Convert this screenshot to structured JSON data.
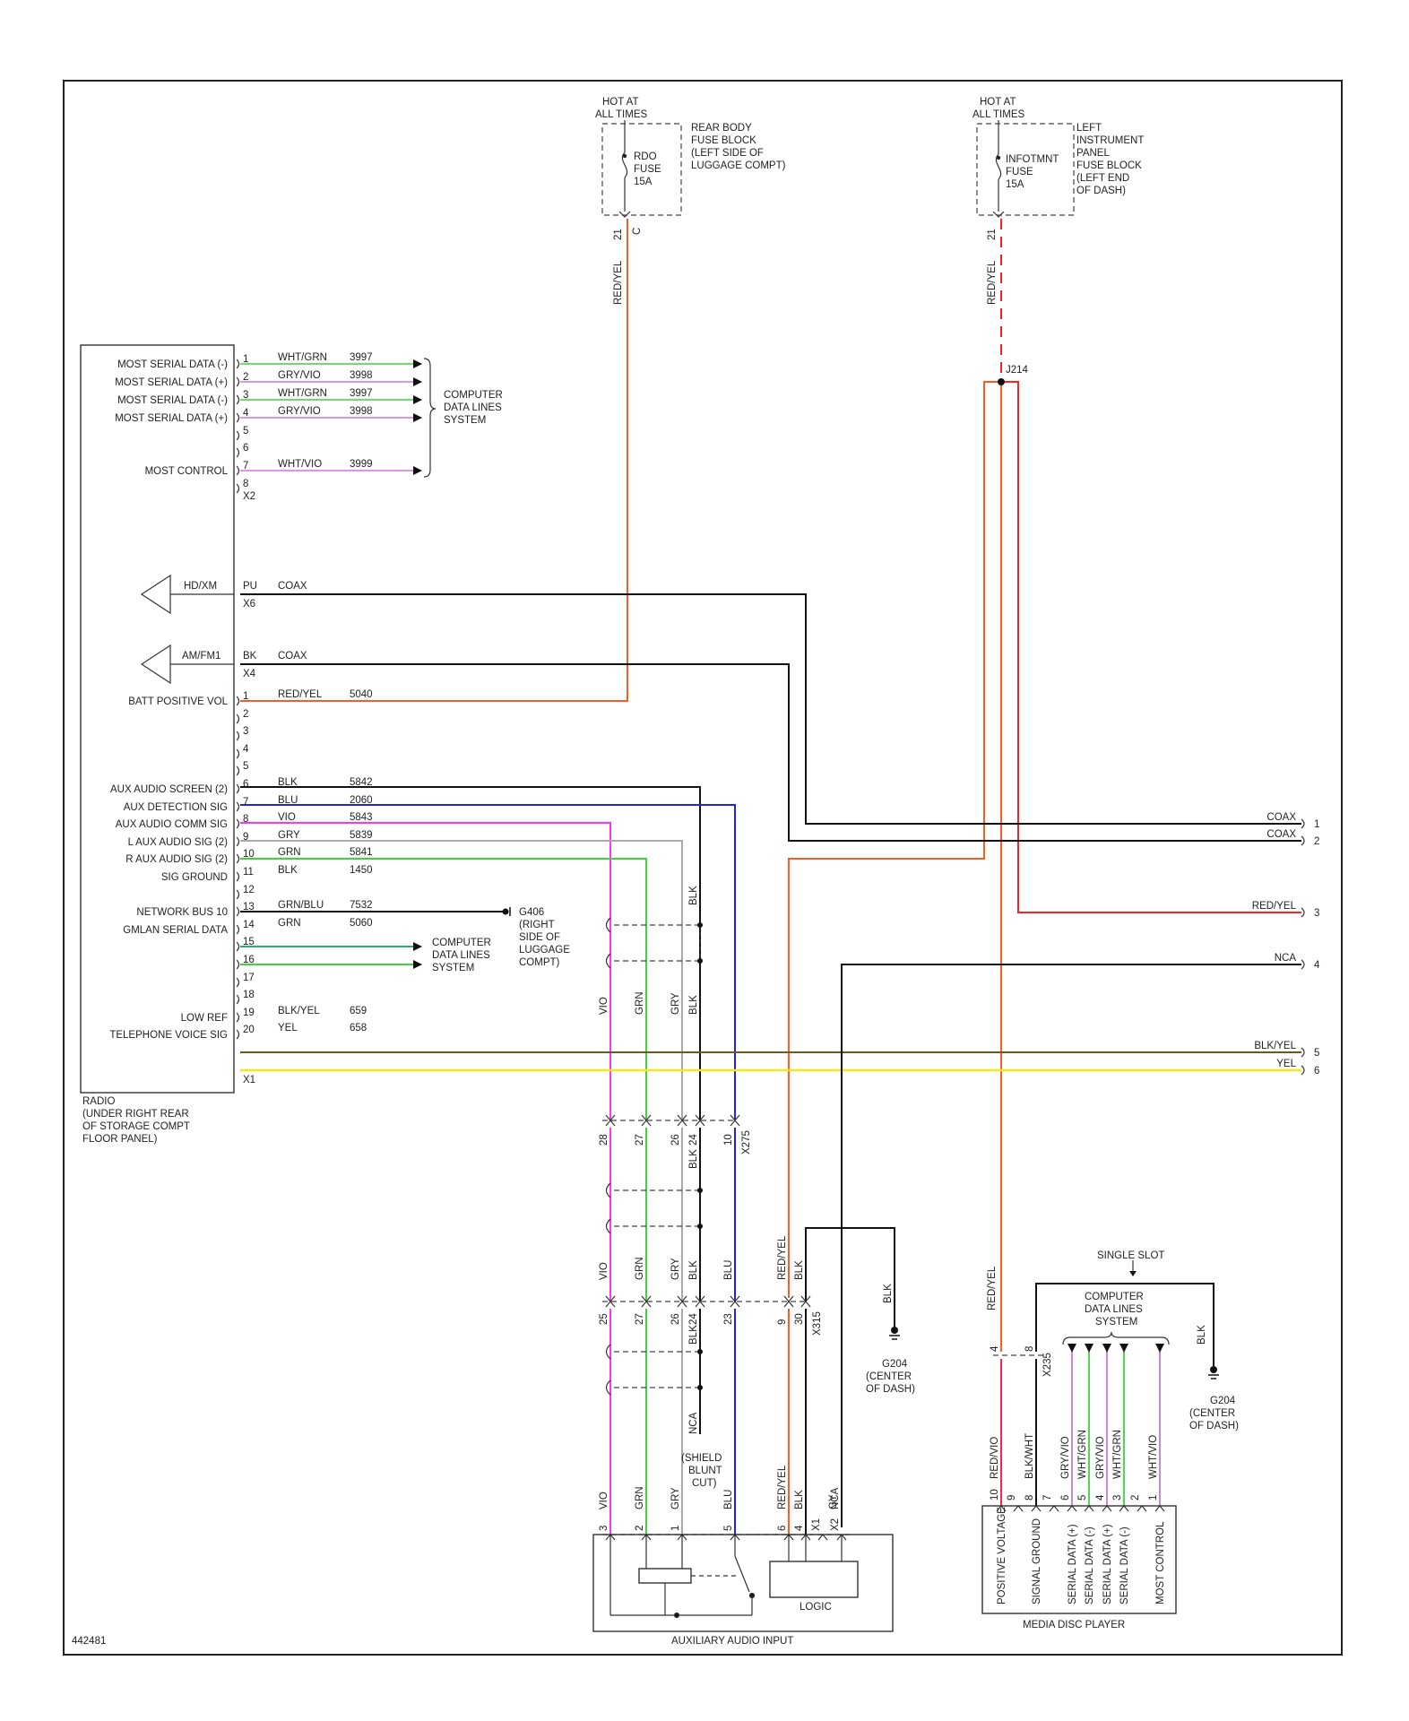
{
  "diagram_id": "442481",
  "colors": {
    "wire_black": "#111111",
    "wire_orange": "#ff5a1f",
    "wire_red": "#ff2020",
    "wire_green": "#3bd43b",
    "wire_violet": "#ff33ff",
    "wire_violet_light": "#cc77dd",
    "wire_gray": "#a9a9a9",
    "wire_blue": "#2222ee",
    "wire_olive": "#6b5a1a",
    "wire_yellow": "#f5e625"
  },
  "fuses": {
    "rdo": {
      "hot_line1": "HOT AT",
      "hot_line2": "ALL TIMES",
      "name_lines": [
        "RDO",
        "FUSE",
        "15A"
      ],
      "block_lines": [
        "REAR BODY",
        "FUSE BLOCK",
        "(LEFT SIDE OF",
        "LUGGAGE COMPT)"
      ],
      "pin": "21",
      "connector": "C",
      "wire": "RED/YEL"
    },
    "infotmnt": {
      "hot_line1": "HOT AT",
      "hot_line2": "ALL TIMES",
      "name_lines": [
        "INFOTMNT",
        "FUSE",
        "15A"
      ],
      "block_lines": [
        "LEFT",
        "INSTRUMENT",
        "PANEL",
        "FUSE BLOCK",
        "(LEFT END",
        "OF DASH)"
      ],
      "pin": "21",
      "wire": "RED/YEL",
      "splice": "J214"
    }
  },
  "radio": {
    "name_lines": [
      "RADIO",
      "(UNDER RIGHT REAR",
      "OF STORAGE COMPT",
      "FLOOR PANEL)"
    ],
    "x2": {
      "connector": "X2",
      "target_lines": [
        "COMPUTER",
        "DATA LINES",
        "SYSTEM"
      ],
      "pins": [
        {
          "pin": "1",
          "label": "MOST SERIAL DATA (-)",
          "color": "WHT/GRN",
          "circuit": "3997"
        },
        {
          "pin": "2",
          "label": "MOST SERIAL DATA (+)",
          "color": "GRY/VIO",
          "circuit": "3998"
        },
        {
          "pin": "3",
          "label": "MOST SERIAL DATA (-)",
          "color": "WHT/GRN",
          "circuit": "3997"
        },
        {
          "pin": "4",
          "label": "MOST SERIAL DATA (+)",
          "color": "GRY/VIO",
          "circuit": "3998"
        },
        {
          "pin": "5",
          "label": "",
          "color": "",
          "circuit": ""
        },
        {
          "pin": "6",
          "label": "",
          "color": "",
          "circuit": ""
        },
        {
          "pin": "7",
          "label": "MOST CONTROL",
          "color": "WHT/VIO",
          "circuit": "3999"
        },
        {
          "pin": "8",
          "label": "",
          "color": "",
          "circuit": ""
        }
      ]
    },
    "x6": {
      "connector": "X6",
      "antenna": "HD/XM",
      "pin": "PU",
      "wire": "COAX"
    },
    "x4": {
      "connector": "X4",
      "antenna": "AM/FM1",
      "pin": "BK",
      "wire": "COAX"
    },
    "x1": {
      "connector": "X1",
      "pins": [
        {
          "pin": "1",
          "label": "BATT POSITIVE VOL",
          "color": "RED/YEL",
          "circuit": "5040"
        },
        {
          "pin": "2",
          "label": "",
          "color": "",
          "circuit": ""
        },
        {
          "pin": "3",
          "label": "",
          "color": "",
          "circuit": ""
        },
        {
          "pin": "4",
          "label": "",
          "color": "",
          "circuit": ""
        },
        {
          "pin": "5",
          "label": "",
          "color": "",
          "circuit": ""
        },
        {
          "pin": "6",
          "label": "AUX AUDIO SCREEN (2)",
          "color": "BLK",
          "circuit": "5842"
        },
        {
          "pin": "7",
          "label": "AUX DETECTION SIG",
          "color": "BLU",
          "circuit": "2060"
        },
        {
          "pin": "8",
          "label": "AUX AUDIO COMM SIG",
          "color": "VIO",
          "circuit": "5843"
        },
        {
          "pin": "9",
          "label": "L AUX AUDIO SIG (2)",
          "color": "GRY",
          "circuit": "5839"
        },
        {
          "pin": "10",
          "label": "R AUX AUDIO SIG (2)",
          "color": "GRN",
          "circuit": "5841"
        },
        {
          "pin": "11",
          "label": "SIG GROUND",
          "color": "BLK",
          "circuit": "1450"
        },
        {
          "pin": "12",
          "label": "",
          "color": "",
          "circuit": ""
        },
        {
          "pin": "13",
          "label": "NETWORK BUS 10",
          "color": "GRN/BLU",
          "circuit": "7532"
        },
        {
          "pin": "14",
          "label": "GMLAN SERIAL DATA",
          "color": "GRN",
          "circuit": "5060"
        },
        {
          "pin": "15",
          "label": "",
          "color": "",
          "circuit": ""
        },
        {
          "pin": "16",
          "label": "",
          "color": "",
          "circuit": ""
        },
        {
          "pin": "17",
          "label": "",
          "color": "",
          "circuit": ""
        },
        {
          "pin": "18",
          "label": "",
          "color": "",
          "circuit": ""
        },
        {
          "pin": "19",
          "label": "LOW REF",
          "color": "BLK/YEL",
          "circuit": "659"
        },
        {
          "pin": "20",
          "label": "TELEPHONE VOICE SIG",
          "color": "YEL",
          "circuit": "658"
        }
      ]
    },
    "network_target_lines": [
      "COMPUTER",
      "DATA LINES",
      "SYSTEM"
    ],
    "g406_lines": [
      "G406",
      "(RIGHT",
      "SIDE OF",
      "LUGGAGE",
      "COMPT)"
    ]
  },
  "right_connector": {
    "pins": [
      {
        "pin": "1",
        "label": "COAX"
      },
      {
        "pin": "2",
        "label": "COAX"
      },
      {
        "pin": "3",
        "label": "RED/YEL"
      },
      {
        "pin": "4",
        "label": "NCA"
      },
      {
        "pin": "5",
        "label": "BLK/YEL"
      },
      {
        "pin": "6",
        "label": "YEL"
      }
    ]
  },
  "x275": {
    "connector": "X275",
    "pins": [
      "28",
      "27",
      "26",
      "24",
      "10"
    ],
    "upper_colors": [
      "VIO",
      "GRN",
      "GRY",
      "BLK"
    ],
    "upper_blk": "BLK",
    "lower_colors": [
      "BLK"
    ]
  },
  "x315": {
    "connector": "X315",
    "pins": [
      "25",
      "27",
      "26",
      "24",
      "23",
      "9",
      "30"
    ],
    "upper_colors": [
      "VIO",
      "GRN",
      "GRY",
      "BLK",
      "BLU",
      "RED/YEL",
      "BLK"
    ],
    "lower_colors": [
      "BLK",
      "NCA"
    ],
    "shield_lines": [
      "(SHIELD",
      "BLUNT",
      "CUT)"
    ],
    "ground_wire": "BLK",
    "g204_lines": [
      "G204",
      "(CENTER",
      "OF DASH)"
    ]
  },
  "aux_input": {
    "name": "AUXILIARY AUDIO INPUT",
    "logic": "LOGIC",
    "pins": [
      {
        "pin": "3",
        "color": "VIO"
      },
      {
        "pin": "2",
        "color": "GRN"
      },
      {
        "pin": "1",
        "color": "GRY"
      },
      {
        "pin": "5",
        "color": "BLU"
      },
      {
        "pin": "6",
        "color": "RED/YEL"
      },
      {
        "pin": "4",
        "color": "BLK"
      },
      {
        "pin": "X1",
        "color": "GY"
      },
      {
        "pin": "X2",
        "color": "NCA"
      }
    ]
  },
  "media_player": {
    "name": "MEDIA DISC PLAYER",
    "x235": {
      "connector": "X235",
      "pin4": "4",
      "pin8": "8",
      "wire4": "RED/YEL",
      "ground_wire": "BLK"
    },
    "single_slot": "SINGLE SLOT",
    "cds_lines": [
      "COMPUTER",
      "DATA LINES",
      "SYSTEM"
    ],
    "g204_lines": [
      "G204",
      "(CENTER",
      "OF DASH)"
    ],
    "pins": [
      {
        "pin": "10",
        "color": "RED/VIO",
        "label": "POSITIVE VOLTAGE"
      },
      {
        "pin": "9",
        "color": "",
        "label": ""
      },
      {
        "pin": "8",
        "color": "BLK/WHT",
        "label": "SIGNAL GROUND"
      },
      {
        "pin": "7",
        "color": "",
        "label": ""
      },
      {
        "pin": "6",
        "color": "GRY/VIO",
        "label": "SERIAL DATA (+)"
      },
      {
        "pin": "5",
        "color": "WHT/GRN",
        "label": "SERIAL DATA (-)"
      },
      {
        "pin": "4",
        "color": "GRY/VIO",
        "label": "SERIAL DATA (+)"
      },
      {
        "pin": "3",
        "color": "WHT/GRN",
        "label": "SERIAL DATA (-)"
      },
      {
        "pin": "2",
        "color": "",
        "label": ""
      },
      {
        "pin": "1",
        "color": "WHT/VIO",
        "label": "MOST CONTROL"
      }
    ]
  }
}
